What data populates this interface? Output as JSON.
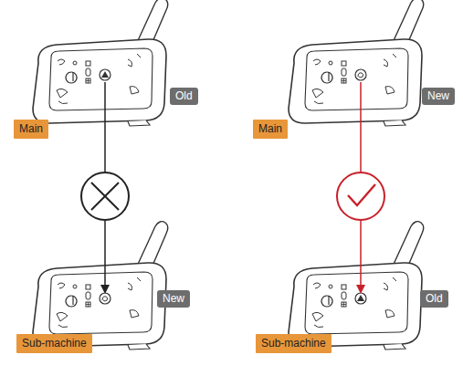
{
  "diagram": {
    "nodes": [
      {
        "text": [
          "Old"
        ]
      },
      {
        "text": [
          "New"
        ]
      },
      {
        "text": [
          "Main"
        ]
      },
      {
        "text": [
          "Main"
        ]
      },
      {
        "text": [
          "New"
        ]
      },
      {
        "text": [
          "Old"
        ]
      },
      {
        "text": [
          "Sub-machine"
        ]
      },
      {
        "text": [
          "Sub-machine"
        ]
      }
    ]
  }
}
